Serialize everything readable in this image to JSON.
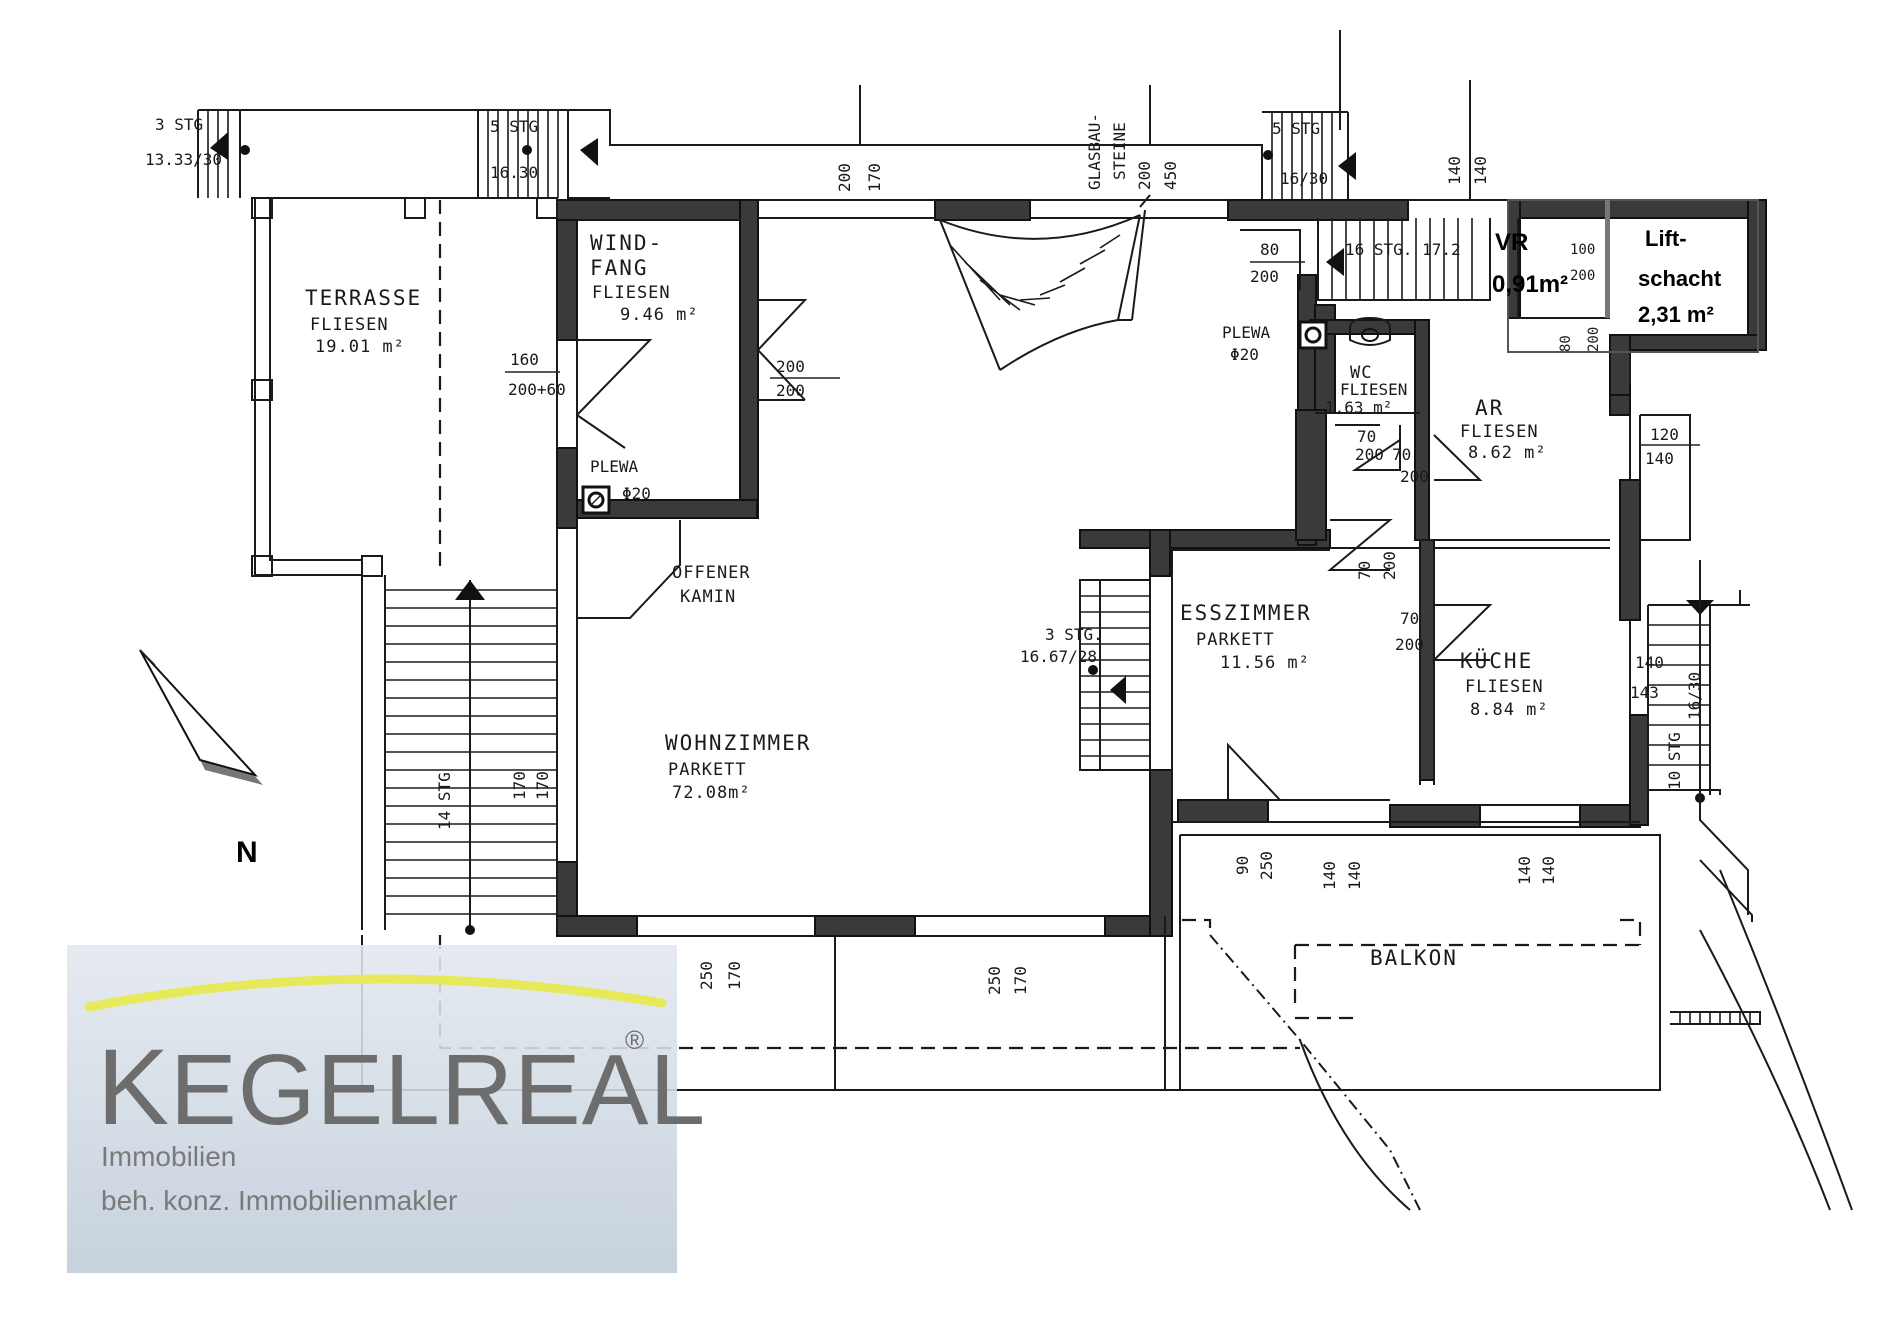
{
  "rooms": {
    "terrasse": {
      "name": "TERRASSE",
      "floor": "FLIESEN",
      "area": "19.01 m²"
    },
    "windfang": {
      "name_1": "WIND-",
      "name_2": "FANG",
      "floor": "FLIESEN",
      "area": "9.46 m²"
    },
    "wohnzimmer": {
      "name": "WOHNZIMMER",
      "floor": "PARKETT",
      "area": "72.08m²"
    },
    "esszimmer": {
      "name": "ESSZIMMER",
      "floor": "PARKETT",
      "area": "11.56 m²"
    },
    "kueche": {
      "name": "KÜCHE",
      "floor": "FLIESEN",
      "area": "8.84 m²"
    },
    "ar": {
      "name": "AR",
      "floor": "FLIESEN",
      "area": "8.62 m²"
    },
    "wc": {
      "name": "WC",
      "floor": "FLIESEN",
      "area": "1.63 m²"
    },
    "vr": {
      "name": "VR",
      "area": "0,91m²"
    },
    "liftschacht": {
      "name_1": "Lift-",
      "name_2": "schacht",
      "area": "2,31 m²"
    },
    "balkon": {
      "name": "BALKON"
    }
  },
  "fixtures": {
    "kamin_1": "OFFENER",
    "kamin_2": "KAMIN",
    "plewa_left": "PLEWA",
    "plewa_left_d": "Φ20",
    "plewa_right": "PLEWA",
    "plewa_right_d": "Φ20",
    "glasbau_1": "GLASBAU-",
    "glasbau_2": "STEINE"
  },
  "stairs": {
    "top_left_1": "3 STG",
    "top_left_2": "13.33/30",
    "top_mid_1": "5 STG",
    "top_mid_2": "16.30",
    "top_right_1": "5 STG",
    "top_right_2": "16/30",
    "inner_top": "16 STG. 17.2",
    "left_long": "14 STG",
    "right_side": "10 STG",
    "right_side_2": "16/30",
    "ess_1": "3 STG.",
    "ess_2": "16.67/28"
  },
  "dims": {
    "d200_170_top_a": "200",
    "d200_170_top_b": "170",
    "d200_450_a": "200",
    "d200_450_b": "450",
    "d140_140_top_a": "140",
    "d140_140_top_b": "140",
    "windfang_door_a": "200",
    "windfang_door_b": "200",
    "terr_door_a": "160",
    "terr_door_b": "200+60",
    "stair_door_a": "80",
    "stair_door_b": "200",
    "wc_door_a": "70",
    "wc_door_b": "200",
    "ar_door_a": "70",
    "ar_door_b": "200",
    "ess_door_a": "70",
    "ess_door_b": "200",
    "kueche_door_a": "70",
    "kueche_door_b": "200",
    "ar_window_a": "120",
    "ar_window_b": "140",
    "kueche_window_a": "140",
    "kueche_window_b": "143",
    "left_window_a": "170",
    "left_window_b": "170",
    "bottom_a1": "250",
    "bottom_a2": "170",
    "bottom_b1": "250",
    "bottom_b2": "170",
    "balk_a1": "90",
    "balk_a2": "250",
    "balk_b1": "140",
    "balk_b2": "140",
    "balk_c1": "140",
    "balk_c2": "140",
    "vr_a": "100",
    "vr_b": "200",
    "vr_c": "80",
    "vr_d": "200"
  },
  "north": "N",
  "logo": {
    "word_k": "K",
    "word_rest": "EGELREAL",
    "reg": "®",
    "line1": "Immobilien",
    "line2": "beh. konz. Immobilienmakler",
    "arc_color": "#e6ea5a"
  }
}
